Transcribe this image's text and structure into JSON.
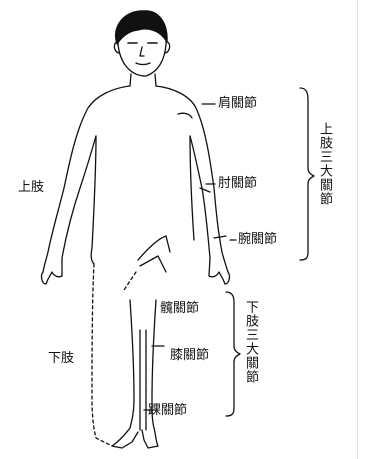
{
  "labels": {
    "shoulder": "肩關節",
    "elbow": "肘關節",
    "wrist": "腕關節",
    "upper_limb": "上肢",
    "hip": "髖關節",
    "knee": "膝關節",
    "ankle": "踝關節",
    "lower_limb": "下肢",
    "upper_group": "上肢三大關節",
    "lower_group": "下肢三大關節"
  }
}
